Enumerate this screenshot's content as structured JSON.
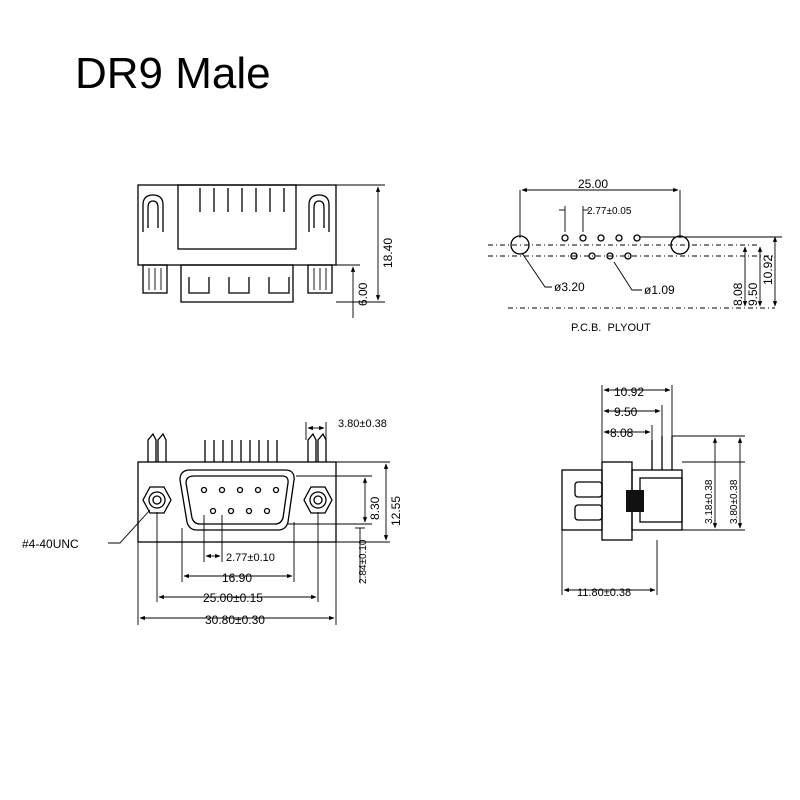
{
  "title": "DR9 Male",
  "side_view": {
    "dim_total_height": "18.40",
    "dim_lower_height": "6.00"
  },
  "pcb_layout": {
    "dim_mount_spacing": "25.00",
    "dim_pin_pitch": "2.77±0.05",
    "dim_mount_hole": "ø3.20",
    "dim_pin_hole": "ø1.09",
    "dim_row1": "8.08",
    "dim_row2": "9.50",
    "dim_row3": "10.92",
    "caption": "P.C.B.  PLYOUT"
  },
  "front_view": {
    "dim_pin_offset": "3.80±0.38",
    "thread_label": "#4-40UNC",
    "dim_inner_height": "8.30",
    "dim_outer_height": "12.55",
    "dim_lower_offset": "2.84±0.10",
    "dim_pitch": "2.77±0.10",
    "dim_shell_width": "16.90",
    "dim_mount_spacing": "25.00±0.15",
    "dim_flange_width": "30.80±0.30"
  },
  "profile_view": {
    "dim_10_92": "10.92",
    "dim_9_50": "9.50",
    "dim_8_08": "8.08",
    "dim_3_18": "3.18±0.38",
    "dim_3_80": "3.80±0.38",
    "dim_depth": "11.80±0.38"
  }
}
